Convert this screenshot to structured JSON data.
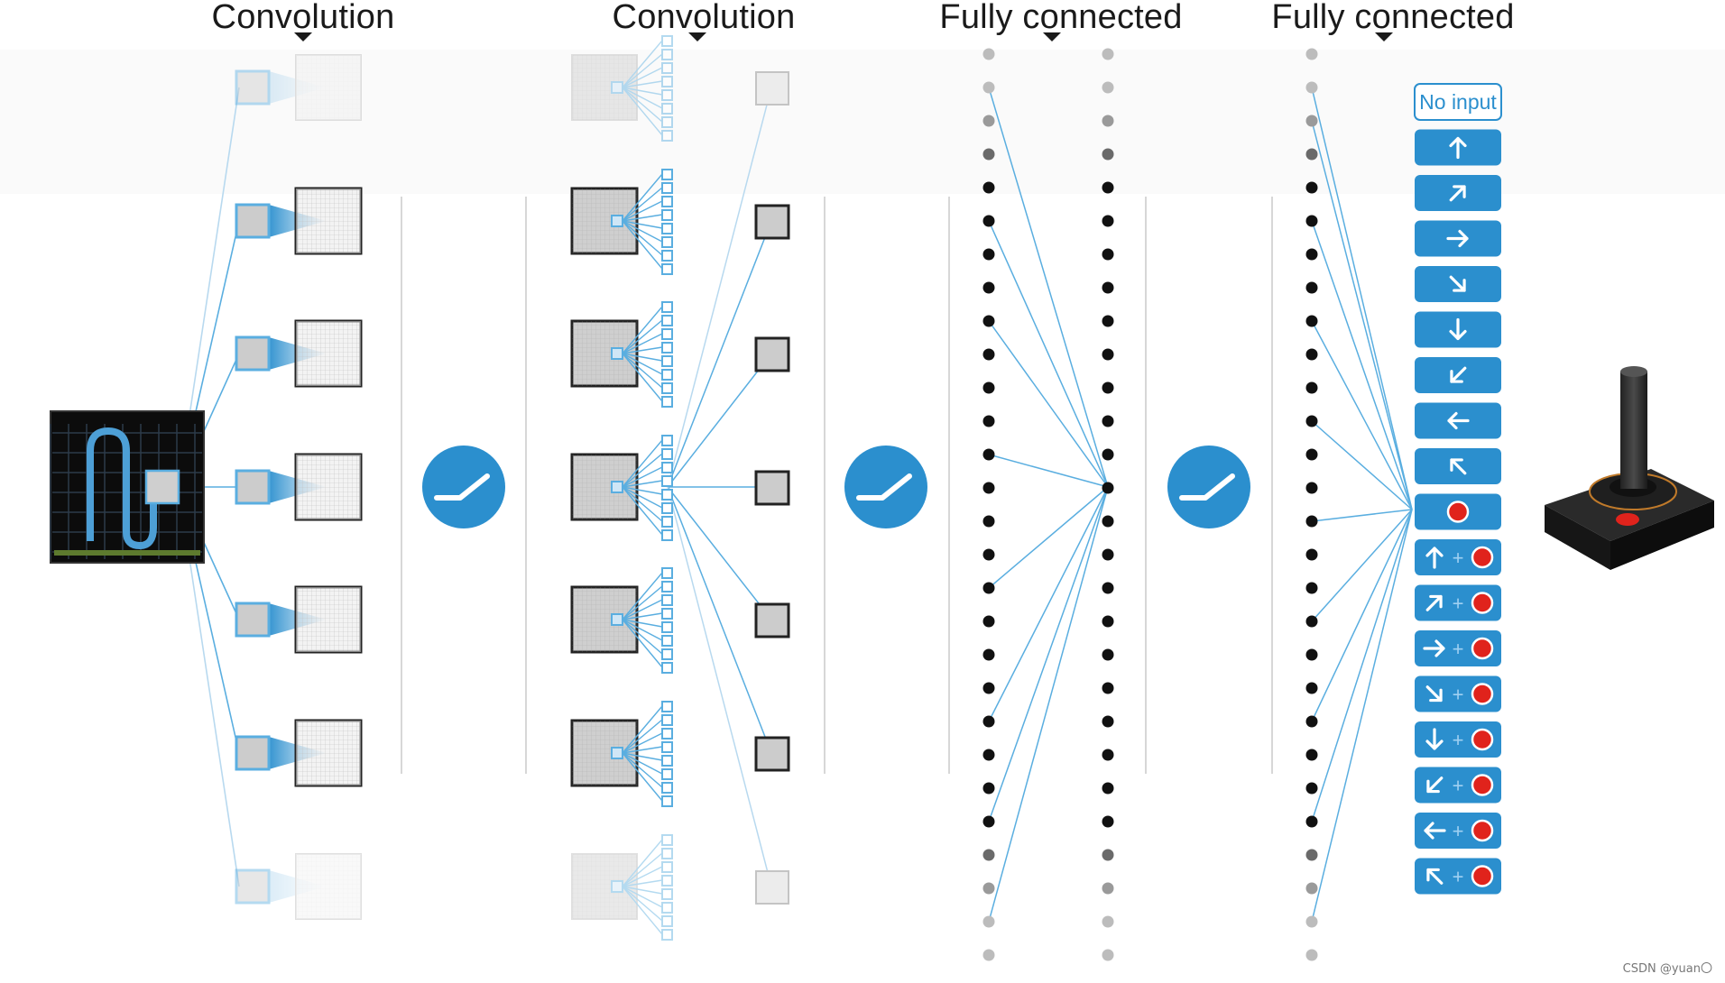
{
  "titles": {
    "conv1": "Convolution",
    "conv2": "Convolution",
    "fc1": "Fully connected",
    "fc2": "Fully connected"
  },
  "actions": {
    "no_input": "No input",
    "list": [
      {
        "name": "up",
        "fire": false
      },
      {
        "name": "up-right",
        "fire": false
      },
      {
        "name": "right",
        "fire": false
      },
      {
        "name": "down-right",
        "fire": false
      },
      {
        "name": "down",
        "fire": false
      },
      {
        "name": "down-left",
        "fire": false
      },
      {
        "name": "left",
        "fire": false
      },
      {
        "name": "up-left",
        "fire": false
      },
      {
        "name": "fire",
        "fire": true
      },
      {
        "name": "up",
        "fire": true
      },
      {
        "name": "up-right",
        "fire": true
      },
      {
        "name": "right",
        "fire": true
      },
      {
        "name": "down-right",
        "fire": true
      },
      {
        "name": "down",
        "fire": true
      },
      {
        "name": "down-left",
        "fire": true
      },
      {
        "name": "left",
        "fire": true
      },
      {
        "name": "up-left",
        "fire": true
      }
    ],
    "plus_sign": "+"
  },
  "activation_icons": [
    "relu-icon",
    "relu-icon",
    "relu-icon"
  ],
  "colors": {
    "accent_blue": "#2b8fce",
    "line_blue": "#5aaee0",
    "fire_red": "#e0231c",
    "dark_node": "#111111",
    "light_node": "#bcbcbc"
  },
  "watermark": "CSDN @yuan〇"
}
